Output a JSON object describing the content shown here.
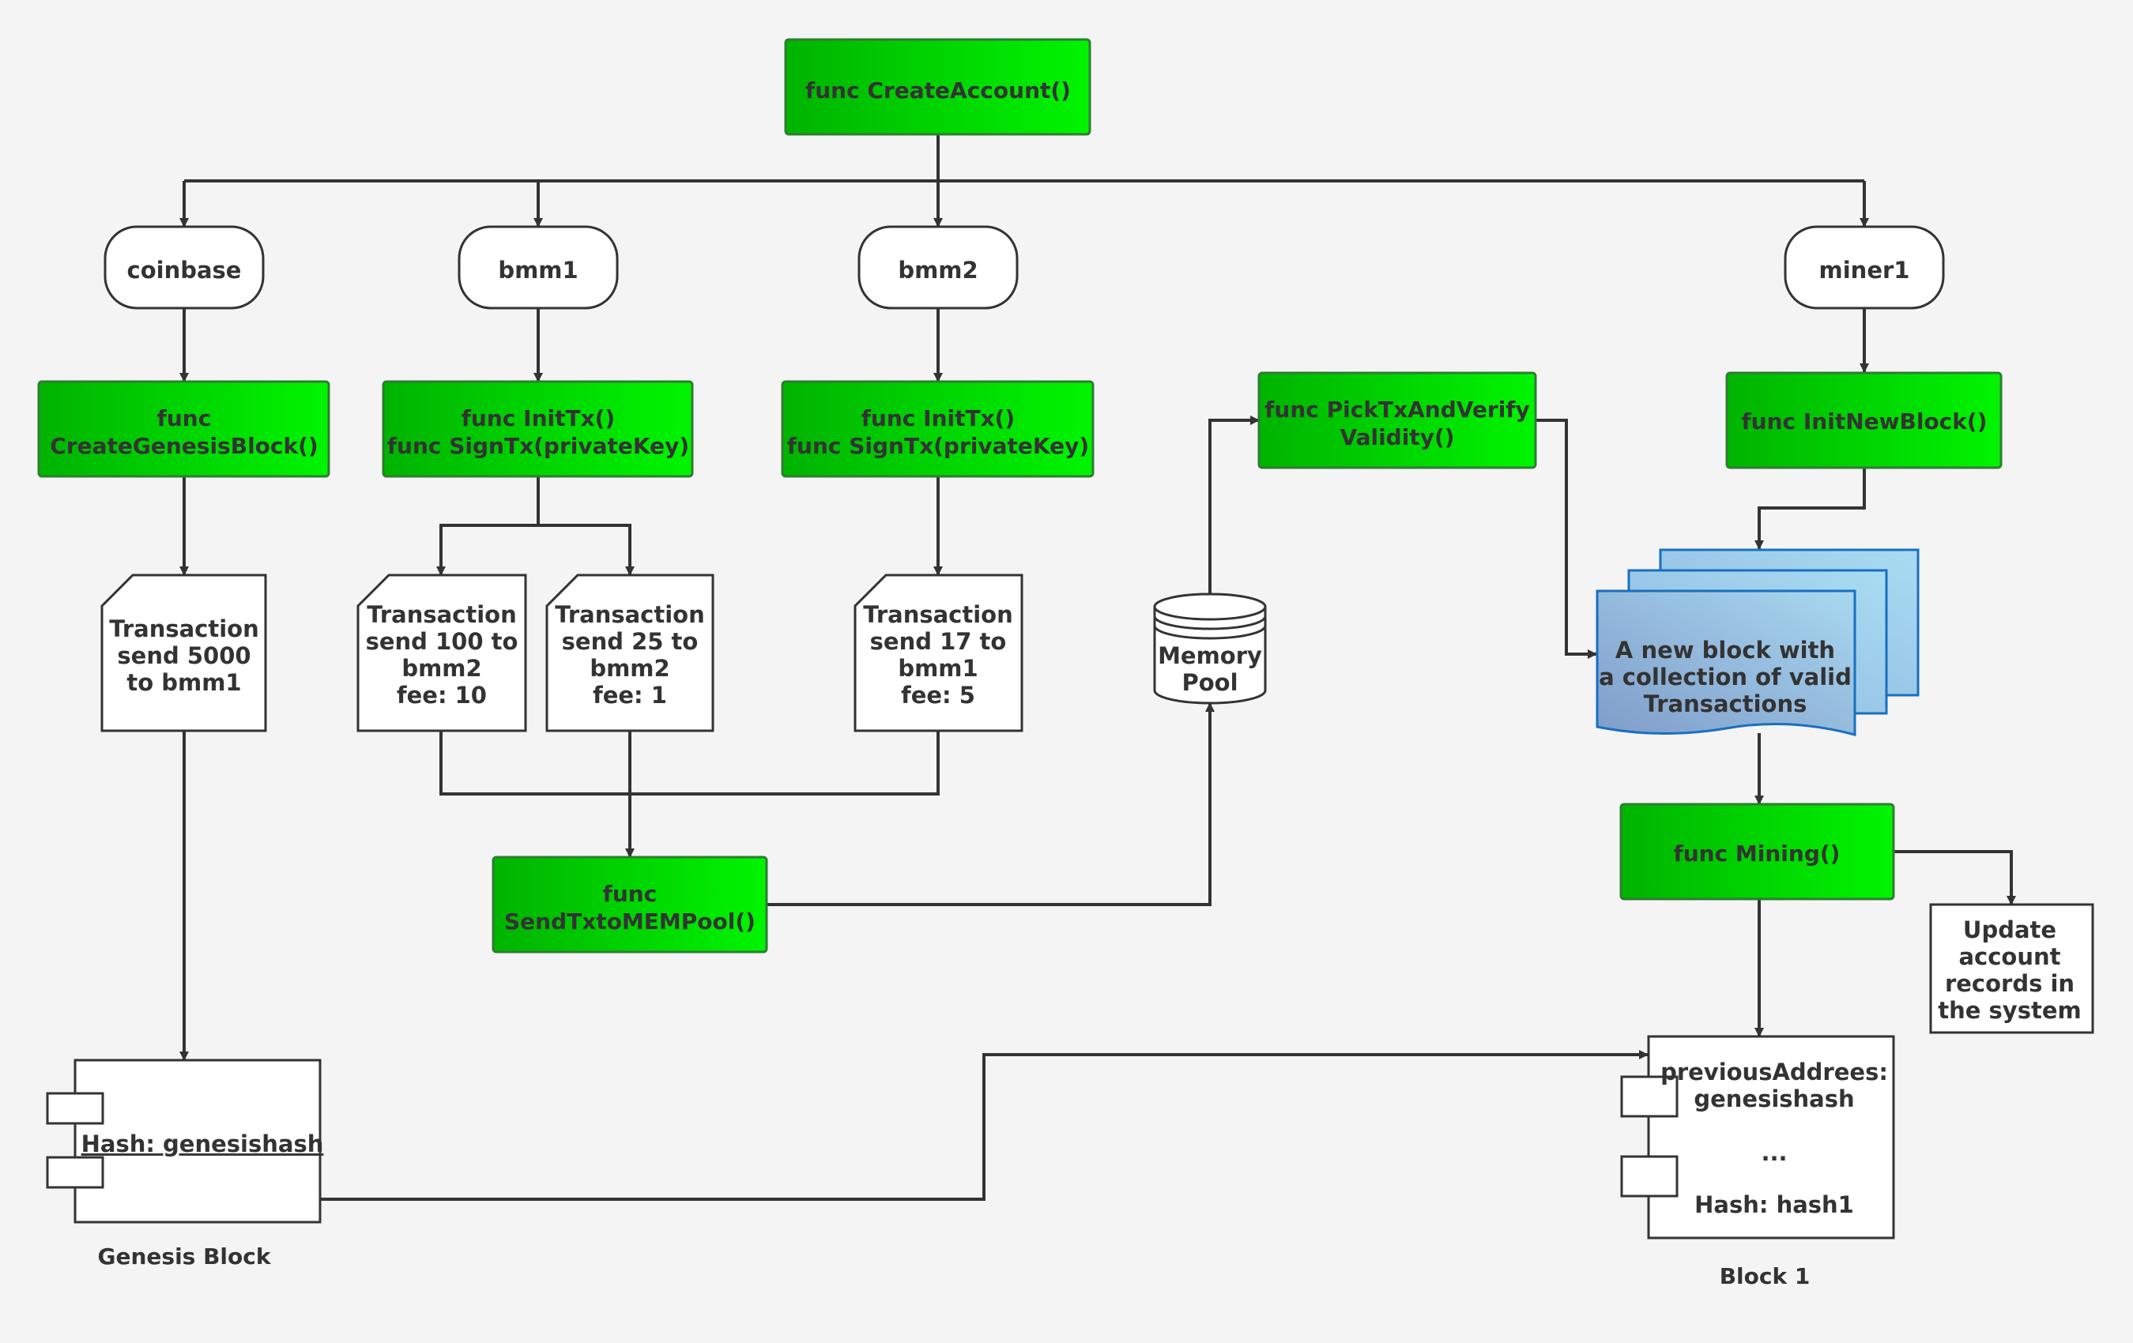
{
  "functions": {
    "create_account": "func CreateAccount()",
    "create_genesis_block": [
      "func",
      "CreateGenesisBlock()"
    ],
    "bmm1_init_sign": [
      "func InitTx()",
      "func SignTx(privateKey)"
    ],
    "bmm2_init_sign": [
      "func InitTx()",
      "func SignTx(privateKey)"
    ],
    "pick_tx_verify": [
      "func PickTxAndVerify",
      "Validity()"
    ],
    "init_new_block": "func InitNewBlock()",
    "send_tx_mempool": [
      "func",
      "SendTxtoMEMPool()"
    ],
    "mining": "func Mining()"
  },
  "accounts": {
    "coinbase": "coinbase",
    "bmm1": "bmm1",
    "bmm2": "bmm2",
    "miner1": "miner1"
  },
  "transactions": {
    "tx_genesis": [
      "Transaction",
      "send 5000",
      "to bmm1"
    ],
    "tx_bmm1_a": [
      "Transaction",
      "send 100 to",
      "bmm2",
      "fee: 10"
    ],
    "tx_bmm1_b": [
      "Transaction",
      "send 25 to",
      "bmm2",
      "fee: 1"
    ],
    "tx_bmm2": [
      "Transaction",
      "send 17 to",
      "bmm1",
      "fee: 5"
    ]
  },
  "memory_pool": [
    "Memory",
    "Pool"
  ],
  "new_block": [
    "A new block with",
    "a collection of valid",
    "Transactions"
  ],
  "update_records": [
    "Update",
    "account",
    "records in",
    "the system"
  ],
  "genesis_block": {
    "hash": "Hash: genesishash",
    "caption": "Genesis Block"
  },
  "block1": {
    "previous": [
      "previousAddrees:",
      "genesishash"
    ],
    "ellipsis": "...",
    "hash": "Hash: hash1",
    "caption": "Block 1"
  },
  "colors": {
    "green_dark": "#00b300",
    "green_light": "#00f500",
    "blue_doc": "#8faed6",
    "line": "#333333"
  }
}
